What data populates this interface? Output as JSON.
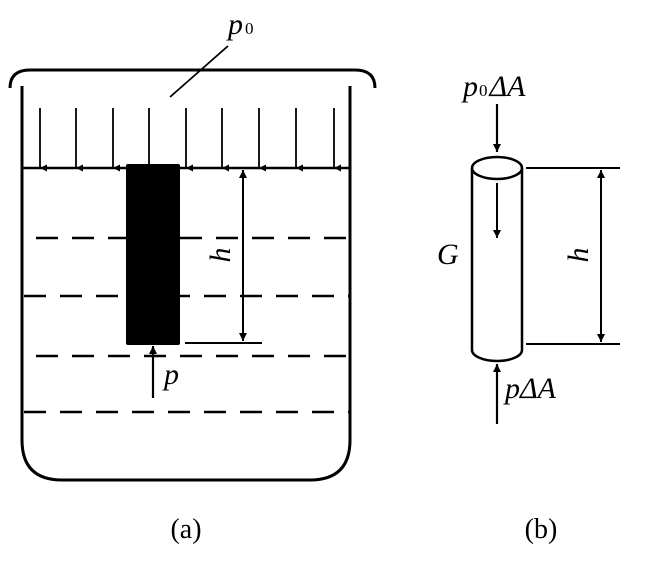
{
  "figure_a": {
    "pressure_label": "p",
    "pressure_subscript": "0",
    "depth_label": "h",
    "bottom_pressure_label": "p",
    "caption": "(a)"
  },
  "figure_b": {
    "top_force_p": "p",
    "top_force_subscript": "0",
    "top_force_rest": "ΔA",
    "weight_label": "G",
    "height_label": "h",
    "bottom_force_label": "pΔA",
    "caption": "(b)"
  }
}
